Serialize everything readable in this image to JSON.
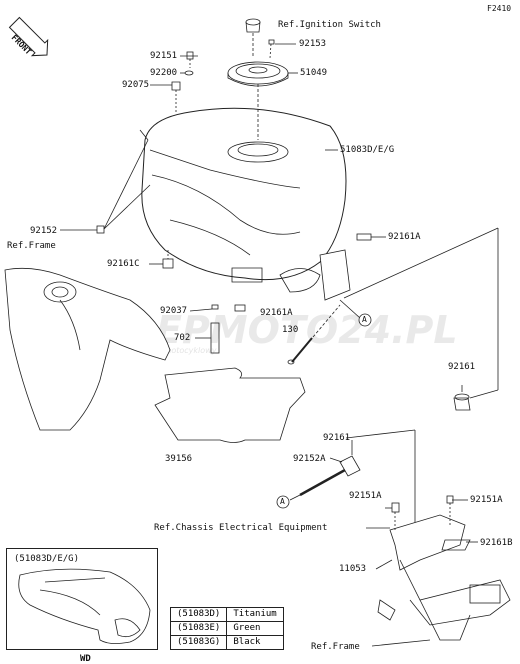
{
  "diagram_code": "F2410",
  "front_label": "FRONT",
  "watermark": {
    "main": "SKLEPMOTO24.PL",
    "sub": "sklep motocyklowy"
  },
  "labels": {
    "ref_ignition_switch": "Ref.Ignition Switch",
    "p92153": "92153",
    "p92151": "92151",
    "p92200": "92200",
    "p51049": "51049",
    "p92075": "92075",
    "p51083": "51083D/E/G",
    "ref_frame_1": "Ref.Frame",
    "p92152": "92152",
    "p92161A_1": "92161A",
    "p92161C": "92161C",
    "p92037": "92037",
    "p92161A_2": "92161A",
    "p130": "130",
    "p702": "702",
    "p92161_1": "92161",
    "p39156": "39156",
    "p92161_2": "92161",
    "p92152A": "92152A",
    "p92151A_1": "92151A",
    "p92151A_2": "92151A",
    "ref_chassis": "Ref.Chassis Electrical Equipment",
    "p92161B": "92161B",
    "p11053": "11053",
    "ref_frame_2": "Ref.Frame",
    "marker_a1": "A",
    "marker_a2": "A"
  },
  "inset": {
    "title": "(51083D/E/G)",
    "caption": "WD"
  },
  "legend": [
    {
      "code": "(51083D)",
      "color": "Titanium"
    },
    {
      "code": "(51083E)",
      "color": "Green"
    },
    {
      "code": "(51083G)",
      "color": "Black"
    }
  ]
}
